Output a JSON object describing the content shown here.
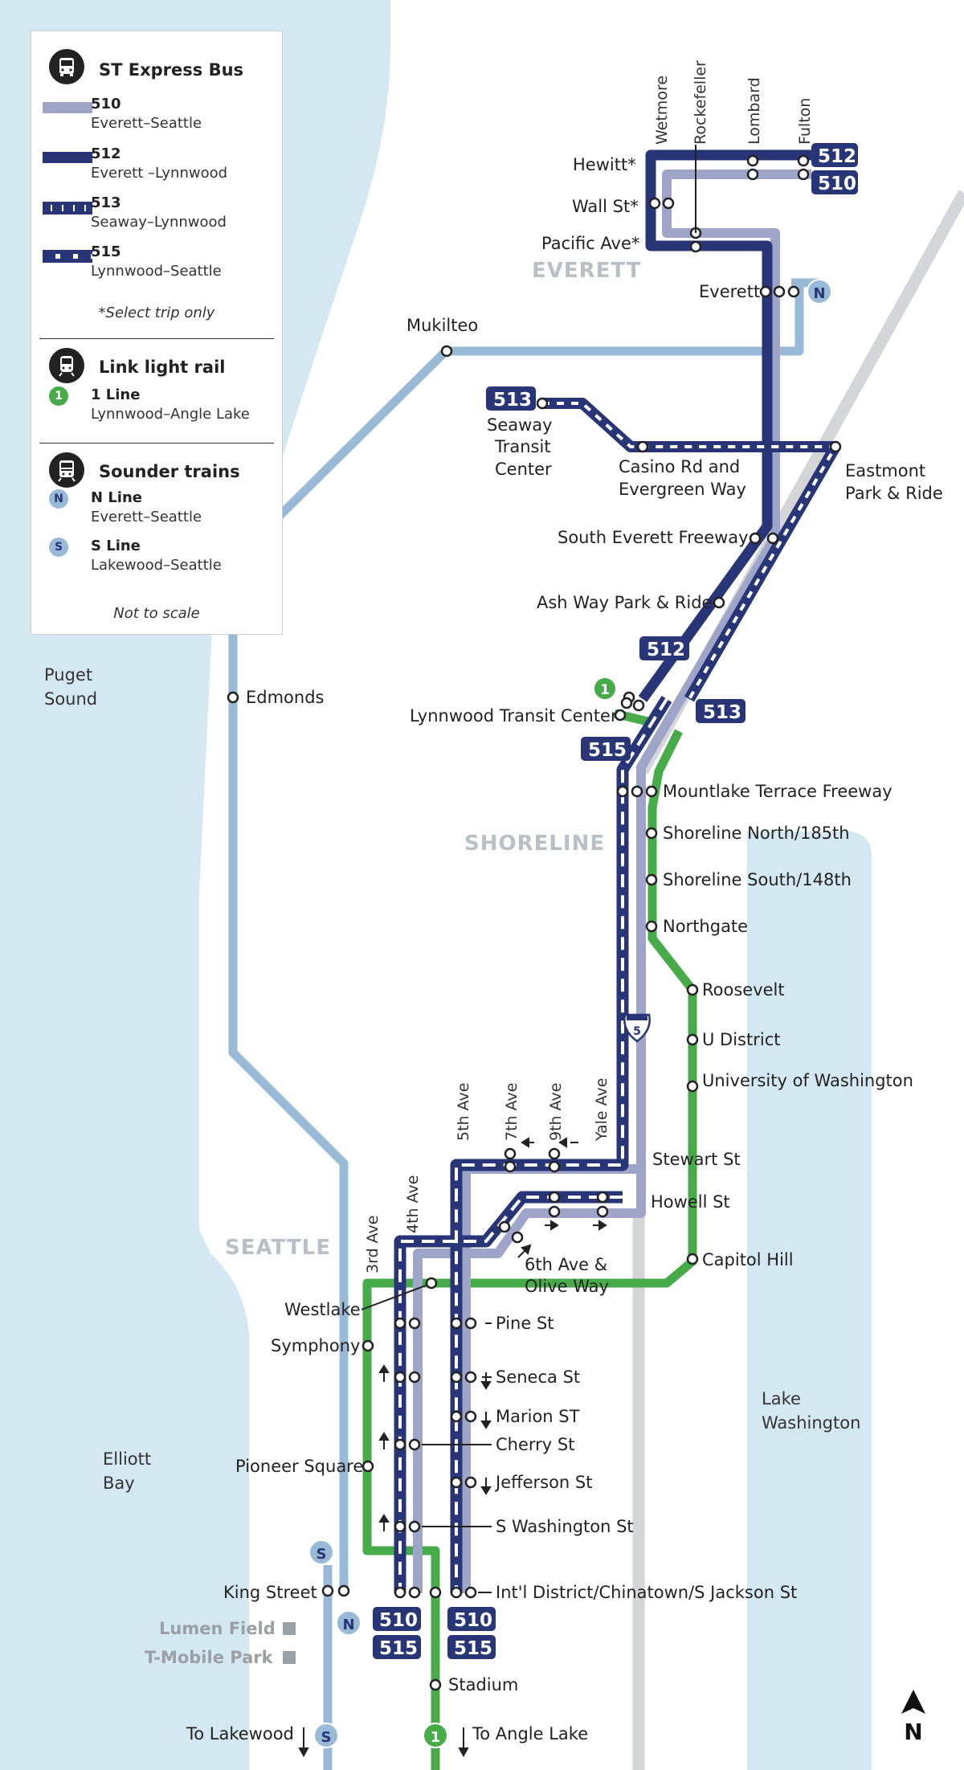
{
  "regions": {
    "everett": "EVERETT",
    "shoreline": "SHORELINE",
    "seattle": "SEATTLE",
    "puget_sound": [
      "Puget",
      "Sound"
    ],
    "elliott_bay": [
      "Elliott",
      "Bay"
    ],
    "lake_washington": [
      "Lake",
      "Washington"
    ]
  },
  "colors": {
    "water": "#d4e8f2",
    "route_510": "#9ea5c9",
    "route_512": "#283577",
    "link_1_line": "#46ab48",
    "sounder": "#99bad7",
    "rail_row": "#d3d5d8"
  },
  "legend": {
    "bus_title": "ST Express Bus",
    "routes": [
      {
        "code": "510",
        "desc": "Everett–Seattle"
      },
      {
        "code": "512",
        "desc": "Everett –Lynnwood"
      },
      {
        "code": "513",
        "desc": "Seaway–Lynnwood"
      },
      {
        "code": "515",
        "desc": "Lynnwood–Seattle"
      }
    ],
    "select_note": "*Select trip only",
    "link_title": "Link light rail",
    "link_line": {
      "badge": "1",
      "code": "1 Line",
      "desc": "Lynnwood–Angle Lake"
    },
    "sounder_title": "Sounder trains",
    "sounder_lines": [
      {
        "badge": "N",
        "code": "N Line",
        "desc": "Everett–Seattle"
      },
      {
        "badge": "S",
        "code": "S Line",
        "desc": "Lakewood–Seattle"
      }
    ],
    "scale_note": "Not to scale"
  },
  "everett_streets": [
    "Wetmore",
    "Rockefeller",
    "Lombard",
    "Fulton"
  ],
  "seattle_avenues": [
    "3rd Ave",
    "4th Ave",
    "5th Ave",
    "7th Ave",
    "9th Ave",
    "Yale Ave"
  ],
  "stops": {
    "hewitt": "Hewitt*",
    "wall_st": "Wall St*",
    "pacific_ave": "Pacific Ave*",
    "everett": "Everett",
    "mukilteo": "Mukilteo",
    "seaway_tc": [
      "Seaway",
      "Transit",
      "Center"
    ],
    "casino_rd": [
      "Casino Rd and",
      "Evergreen Way"
    ],
    "eastmont": [
      "Eastmont",
      "Park & Ride"
    ],
    "south_everett": "South Everett Freeway",
    "ash_way": "Ash Way Park & Ride",
    "edmonds": "Edmonds",
    "lynnwood_tc": "Lynnwood Transit Center",
    "mountlake": "Mountlake Terrace Freeway",
    "shoreline_north": "Shoreline North/185th",
    "shoreline_south": "Shoreline South/148th",
    "northgate": "Northgate",
    "roosevelt": "Roosevelt",
    "u_district": "U District",
    "uw": "University of Washington",
    "stewart_st": "Stewart St",
    "howell_st": "Howell St",
    "olive_way": [
      "6th Ave &",
      "Olive Way"
    ],
    "capitol_hill": "Capitol Hill",
    "westlake": "Westlake",
    "symphony": "Symphony",
    "pine_st": "Pine St",
    "seneca_st": "Seneca St",
    "marion_st": "Marion ST",
    "cherry_st": "Cherry St",
    "jefferson_st": "Jefferson St",
    "pioneer_square": "Pioneer Square",
    "s_washington_st": "S Washington St",
    "king_street": "King Street",
    "intl_district": "Int'l District/Chinatown/S Jackson St",
    "stadium": "Stadium"
  },
  "venues": [
    "Lumen Field",
    "T-Mobile Park"
  ],
  "destinations": {
    "lakewood": "To Lakewood",
    "angle_lake": "To Angle Lake"
  },
  "badges": {
    "b512_top": "512",
    "b510_top": "510",
    "b513_seaway": "513",
    "b512_lynn": "512",
    "b513_lynn": "513",
    "b515_lynn": "515",
    "b510_4th": "510",
    "b515_4th": "515",
    "b510_5th": "510",
    "b515_5th": "515",
    "n_everett": "N",
    "n_king": "N",
    "s_king": "S",
    "s_lakewood": "S",
    "one_lynnwood": "1",
    "one_angle": "1"
  },
  "interstate": "5",
  "north_arrow": "N"
}
